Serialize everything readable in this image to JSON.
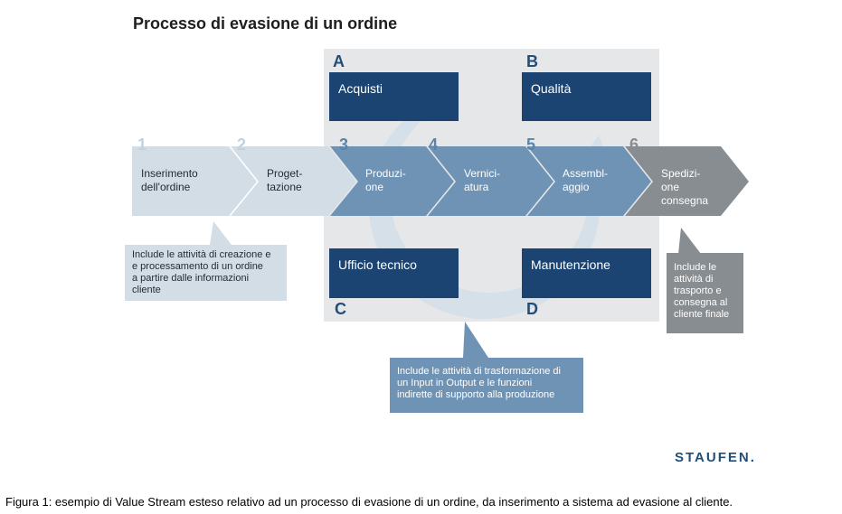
{
  "title": "Processo di evasione di un ordine",
  "departments": [
    {
      "letter": "A",
      "label": "Acquisti"
    },
    {
      "letter": "B",
      "label": "Qualità"
    },
    {
      "letter": "C",
      "label": "Ufficio tecnico"
    },
    {
      "letter": "D",
      "label": "Manutenzione"
    }
  ],
  "steps": [
    {
      "num": "1",
      "line1": "Inserimento",
      "line2": "dell'ordine",
      "line3": ""
    },
    {
      "num": "2",
      "line1": "Proget-",
      "line2": "tazione",
      "line3": ""
    },
    {
      "num": "3",
      "line1": "Produzi-",
      "line2": "one",
      "line3": ""
    },
    {
      "num": "4",
      "line1": "Vernici-",
      "line2": "atura",
      "line3": ""
    },
    {
      "num": "5",
      "line1": "Assembl-",
      "line2": "aggio",
      "line3": ""
    },
    {
      "num": "6",
      "line1": "Spedizi-",
      "line2": "one",
      "line3": "consegna"
    }
  ],
  "notes": {
    "left": [
      "Include le attività di creazione e",
      "e processamento di un ordine",
      "a partire dalle informazioni",
      "cliente"
    ],
    "center": [
      "Include le attività di trasformazione di",
      "un Input in Output e le funzioni",
      "indirette di supporto alla produzione"
    ],
    "right": [
      "Include le",
      "attività di",
      "trasporto e",
      "consegna al",
      "cliente finale"
    ]
  },
  "brand": "STAUFEN.",
  "caption": "Figura 1: esempio di Value Stream esteso relativo ad un processo di evasione di un ordine, da inserimento a sistema ad evasione al cliente.",
  "colors": {
    "light_step": "#d2dde6",
    "mid_step": "#6f93b5",
    "gray_step": "#888d91",
    "dept": "#1b4472",
    "accent_text": "#1f4e7a"
  }
}
